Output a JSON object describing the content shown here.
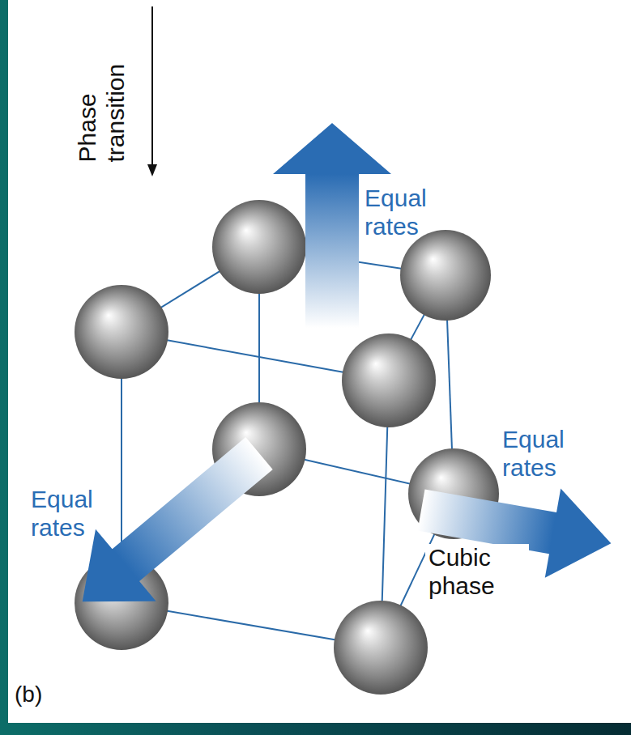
{
  "diagram": {
    "labels": [
      "Phase transition",
      "Equal rates",
      "Equal rates",
      "Equal rates",
      "Cubic phase",
      "(b)"
    ]
  }
}
